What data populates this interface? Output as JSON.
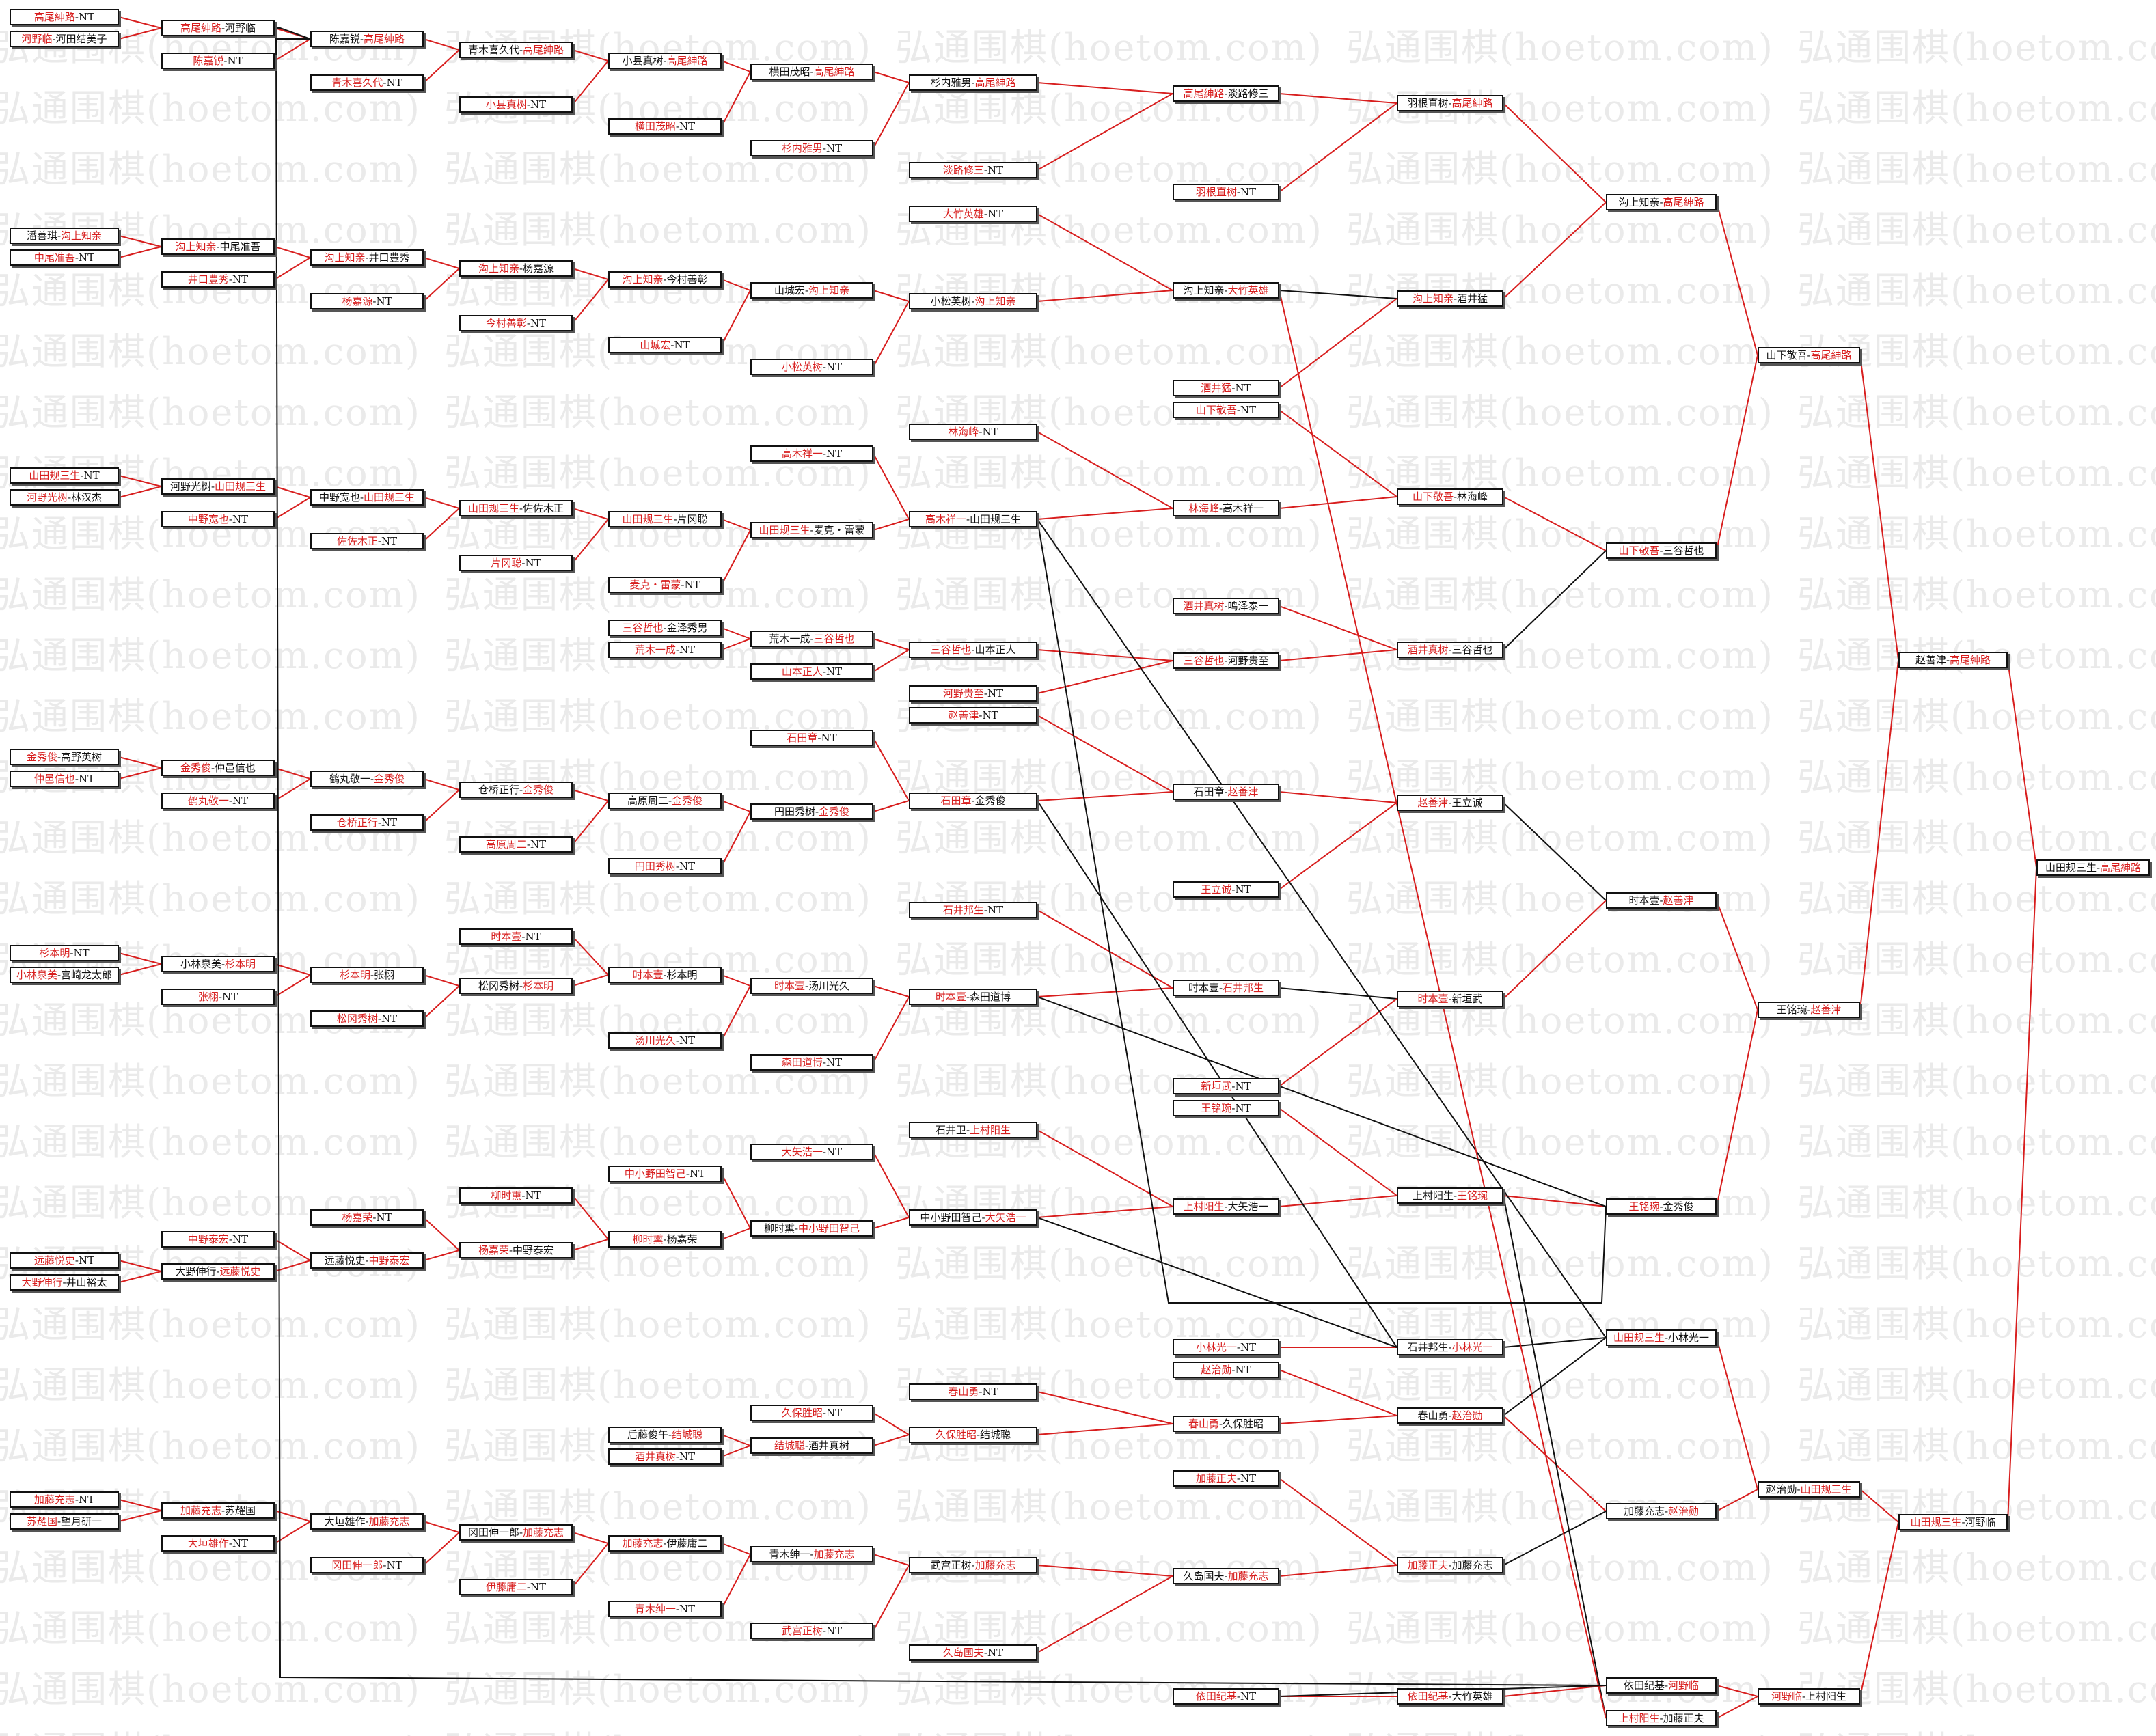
{
  "watermark": "弘通围棋(hoetom.com)",
  "colors": {
    "winner": "#d81e1e",
    "text": "#111111",
    "watermark": "#eaeaea"
  },
  "nodes": [
    {
      "id": "c0_1",
      "a": "高尾紳路",
      "b": "NT",
      "w": "a"
    },
    {
      "id": "c0_2",
      "a": "河野临",
      "b": "河田结美子",
      "w": "a"
    },
    {
      "id": "c0_3",
      "a": "潘善琪",
      "b": "沟上知亲",
      "w": "b"
    },
    {
      "id": "c0_4",
      "a": "中尾准吾",
      "b": "NT",
      "w": "a"
    },
    {
      "id": "c0_5",
      "a": "山田规三生",
      "b": "NT",
      "w": "a"
    },
    {
      "id": "c0_6",
      "a": "河野光树",
      "b": "林汉杰",
      "w": "a"
    },
    {
      "id": "c0_7",
      "a": "金秀俊",
      "b": "高野英树",
      "w": "a"
    },
    {
      "id": "c0_8",
      "a": "仲邑信也",
      "b": "NT",
      "w": "a"
    },
    {
      "id": "c0_9",
      "a": "杉本明",
      "b": "NT",
      "w": "a"
    },
    {
      "id": "c0_10",
      "a": "小林泉美",
      "b": "宫崎龙太郎",
      "w": "a"
    },
    {
      "id": "c0_11",
      "a": "远藤悦史",
      "b": "NT",
      "w": "a"
    },
    {
      "id": "c0_12",
      "a": "大野伸行",
      "b": "井山裕太",
      "w": "a"
    },
    {
      "id": "c0_13",
      "a": "加藤充志",
      "b": "NT",
      "w": "a"
    },
    {
      "id": "c0_14",
      "a": "苏耀国",
      "b": "望月研一",
      "w": "a"
    },
    {
      "id": "c1_1",
      "a": "高尾紳路",
      "b": "河野临",
      "w": "a"
    },
    {
      "id": "c1_2",
      "a": "陈嘉锐",
      "b": "NT",
      "w": "a"
    },
    {
      "id": "c1_3",
      "a": "沟上知亲",
      "b": "中尾准吾",
      "w": "a"
    },
    {
      "id": "c1_4",
      "a": "井口豊秀",
      "b": "NT",
      "w": "a"
    },
    {
      "id": "c1_5",
      "a": "河野光树",
      "b": "山田规三生",
      "w": "b"
    },
    {
      "id": "c1_6",
      "a": "中野宽也",
      "b": "NT",
      "w": "a"
    },
    {
      "id": "c1_7",
      "a": "金秀俊",
      "b": "仲邑信也",
      "w": "a"
    },
    {
      "id": "c1_8",
      "a": "鹤丸敬一",
      "b": "NT",
      "w": "a"
    },
    {
      "id": "c1_9",
      "a": "小林泉美",
      "b": "杉本明",
      "w": "b"
    },
    {
      "id": "c1_10",
      "a": "张栩",
      "b": "NT",
      "w": "a"
    },
    {
      "id": "c1_11",
      "a": "中野泰宏",
      "b": "NT",
      "w": "a"
    },
    {
      "id": "c1_12",
      "a": "大野伸行",
      "b": "远藤悦史",
      "w": "b"
    },
    {
      "id": "c1_13",
      "a": "加藤充志",
      "b": "苏耀国",
      "w": "a"
    },
    {
      "id": "c1_14",
      "a": "大垣雄作",
      "b": "NT",
      "w": "a"
    },
    {
      "id": "c2_1",
      "a": "陈嘉锐",
      "b": "高尾紳路",
      "w": "b"
    },
    {
      "id": "c2_2",
      "a": "青木喜久代",
      "b": "NT",
      "w": "a"
    },
    {
      "id": "c2_3",
      "a": "沟上知亲",
      "b": "井口豊秀",
      "w": "a"
    },
    {
      "id": "c2_4",
      "a": "杨嘉源",
      "b": "NT",
      "w": "a"
    },
    {
      "id": "c2_5",
      "a": "中野宽也",
      "b": "山田规三生",
      "w": "b"
    },
    {
      "id": "c2_6",
      "a": "佐佐木正",
      "b": "NT",
      "w": "a"
    },
    {
      "id": "c2_7",
      "a": "鹤丸敬一",
      "b": "金秀俊",
      "w": "b"
    },
    {
      "id": "c2_8",
      "a": "仓桥正行",
      "b": "NT",
      "w": "a"
    },
    {
      "id": "c2_9",
      "a": "杉本明",
      "b": "张栩",
      "w": "a"
    },
    {
      "id": "c2_10",
      "a": "松冈秀树",
      "b": "NT",
      "w": "a"
    },
    {
      "id": "c2_11",
      "a": "杨嘉荣",
      "b": "NT",
      "w": "a"
    },
    {
      "id": "c2_12",
      "a": "远藤悦史",
      "b": "中野泰宏",
      "w": "b"
    },
    {
      "id": "c2_13",
      "a": "大垣雄作",
      "b": "加藤充志",
      "w": "b"
    },
    {
      "id": "c2_14",
      "a": "冈田伸一郎",
      "b": "NT",
      "w": "a"
    },
    {
      "id": "c3_1",
      "a": "青木喜久代",
      "b": "高尾紳路",
      "w": "b"
    },
    {
      "id": "c3_2",
      "a": "小县真树",
      "b": "NT",
      "w": "a"
    },
    {
      "id": "c3_3",
      "a": "沟上知亲",
      "b": "杨嘉源",
      "w": "a"
    },
    {
      "id": "c3_4",
      "a": "今村善彰",
      "b": "NT",
      "w": "a"
    },
    {
      "id": "c3_5",
      "a": "山田规三生",
      "b": "佐佐木正",
      "w": "a"
    },
    {
      "id": "c3_6",
      "a": "片冈聪",
      "b": "NT",
      "w": "a"
    },
    {
      "id": "c3_7",
      "a": "仓桥正行",
      "b": "金秀俊",
      "w": "b"
    },
    {
      "id": "c3_8",
      "a": "高原周二",
      "b": "NT",
      "w": "a"
    },
    {
      "id": "c3_9",
      "a": "时本壹",
      "b": "NT",
      "w": "a"
    },
    {
      "id": "c3_10",
      "a": "松冈秀树",
      "b": "杉本明",
      "w": "b"
    },
    {
      "id": "c3_11",
      "a": "柳时熏",
      "b": "NT",
      "w": "a"
    },
    {
      "id": "c3_12",
      "a": "杨嘉荣",
      "b": "中野泰宏",
      "w": "a"
    },
    {
      "id": "c3_13",
      "a": "冈田伸一郎",
      "b": "加藤充志",
      "w": "b"
    },
    {
      "id": "c3_14",
      "a": "伊藤庸二",
      "b": "NT",
      "w": "a"
    },
    {
      "id": "c4_1",
      "a": "小县真树",
      "b": "高尾紳路",
      "w": "b"
    },
    {
      "id": "c4_2",
      "a": "横田茂昭",
      "b": "NT",
      "w": "a"
    },
    {
      "id": "c4_3",
      "a": "沟上知亲",
      "b": "今村善彰",
      "w": "a"
    },
    {
      "id": "c4_4",
      "a": "山城宏",
      "b": "NT",
      "w": "a"
    },
    {
      "id": "c4_5",
      "a": "山田规三生",
      "b": "片冈聪",
      "w": "a"
    },
    {
      "id": "c4_6",
      "a": "麦克・雷蒙",
      "b": "NT",
      "w": "a"
    },
    {
      "id": "c4_7",
      "a": "三谷哲也",
      "b": "金泽秀男",
      "w": "a"
    },
    {
      "id": "c4_8",
      "a": "荒木一成",
      "b": "NT",
      "w": "a"
    },
    {
      "id": "c4_9",
      "a": "高原周二",
      "b": "金秀俊",
      "w": "b"
    },
    {
      "id": "c4_10",
      "a": "円田秀树",
      "b": "NT",
      "w": "a"
    },
    {
      "id": "c4_11",
      "a": "时本壹",
      "b": "杉本明",
      "w": "a"
    },
    {
      "id": "c4_12",
      "a": "汤川光久",
      "b": "NT",
      "w": "a"
    },
    {
      "id": "c4_13",
      "a": "中小野田智己",
      "b": "NT",
      "w": "a"
    },
    {
      "id": "c4_14",
      "a": "柳时熏",
      "b": "杨嘉荣",
      "w": "a"
    },
    {
      "id": "c4_15",
      "a": "后藤俊午",
      "b": "结城聪",
      "w": "b"
    },
    {
      "id": "c4_16",
      "a": "酒井真树",
      "b": "NT",
      "w": "a"
    },
    {
      "id": "c4_17",
      "a": "加藤充志",
      "b": "伊藤庸二",
      "w": "a"
    },
    {
      "id": "c4_18",
      "a": "青木绅一",
      "b": "NT",
      "w": "a"
    },
    {
      "id": "c5_1",
      "a": "横田茂昭",
      "b": "高尾紳路",
      "w": "b"
    },
    {
      "id": "c5_2",
      "a": "杉内雅男",
      "b": "NT",
      "w": "a"
    },
    {
      "id": "c5_3",
      "a": "山城宏",
      "b": "沟上知亲",
      "w": "b"
    },
    {
      "id": "c5_4",
      "a": "小松英树",
      "b": "NT",
      "w": "a"
    },
    {
      "id": "c5_5",
      "a": "高木祥一",
      "b": "NT",
      "w": "a"
    },
    {
      "id": "c5_6",
      "a": "山田规三生",
      "b": "麦克・雷蒙",
      "w": "a"
    },
    {
      "id": "c5_7",
      "a": "荒木一成",
      "b": "三谷哲也",
      "w": "b"
    },
    {
      "id": "c5_8",
      "a": "山本正人",
      "b": "NT",
      "w": "a"
    },
    {
      "id": "c5_9",
      "a": "石田章",
      "b": "NT",
      "w": "a"
    },
    {
      "id": "c5_10",
      "a": "円田秀树",
      "b": "金秀俊",
      "w": "b"
    },
    {
      "id": "c5_11",
      "a": "时本壹",
      "b": "汤川光久",
      "w": "a"
    },
    {
      "id": "c5_12",
      "a": "森田道博",
      "b": "NT",
      "w": "a"
    },
    {
      "id": "c5_13",
      "a": "大矢浩一",
      "b": "NT",
      "w": "a"
    },
    {
      "id": "c5_14",
      "a": "柳时熏",
      "b": "中小野田智己",
      "w": "b"
    },
    {
      "id": "c5_15",
      "a": "久保胜昭",
      "b": "NT",
      "w": "a"
    },
    {
      "id": "c5_16",
      "a": "结城聪",
      "b": "酒井真树",
      "w": "a"
    },
    {
      "id": "c5_17",
      "a": "青木绅一",
      "b": "加藤充志",
      "w": "b"
    },
    {
      "id": "c5_18",
      "a": "武宫正树",
      "b": "NT",
      "w": "a"
    },
    {
      "id": "c6_1",
      "a": "杉内雅男",
      "b": "高尾紳路",
      "w": "b"
    },
    {
      "id": "c6_2",
      "a": "淡路修三",
      "b": "NT",
      "w": "a"
    },
    {
      "id": "c6_3",
      "a": "大竹英雄",
      "b": "NT",
      "w": "a"
    },
    {
      "id": "c6_4",
      "a": "小松英树",
      "b": "沟上知亲",
      "w": "b"
    },
    {
      "id": "c6_5",
      "a": "林海峰",
      "b": "NT",
      "w": "a"
    },
    {
      "id": "c6_6",
      "a": "高木祥一",
      "b": "山田规三生",
      "w": "a"
    },
    {
      "id": "c6_7",
      "a": "三谷哲也",
      "b": "山本正人",
      "w": "a"
    },
    {
      "id": "c6_8",
      "a": "河野贵至",
      "b": "NT",
      "w": "a"
    },
    {
      "id": "c6_9",
      "a": "赵善津",
      "b": "NT",
      "w": "a"
    },
    {
      "id": "c6_10",
      "a": "石田章",
      "b": "金秀俊",
      "w": "a"
    },
    {
      "id": "c6_11",
      "a": "石井邦生",
      "b": "NT",
      "w": "a"
    },
    {
      "id": "c6_12",
      "a": "时本壹",
      "b": "森田道博",
      "w": "a"
    },
    {
      "id": "c6_13",
      "a": "石井卫",
      "b": "上村阳生",
      "w": "b"
    },
    {
      "id": "c6_14",
      "a": "中小野田智己",
      "b": "大矢浩一",
      "w": "b"
    },
    {
      "id": "c6_15",
      "a": "春山勇",
      "b": "NT",
      "w": "a"
    },
    {
      "id": "c6_16",
      "a": "久保胜昭",
      "b": "结城聪",
      "w": "a"
    },
    {
      "id": "c6_17",
      "a": "武宫正树",
      "b": "加藤充志",
      "w": "b"
    },
    {
      "id": "c6_18",
      "a": "久岛国夫",
      "b": "NT",
      "w": "a"
    },
    {
      "id": "c7_1",
      "a": "高尾紳路",
      "b": "淡路修三",
      "w": "a"
    },
    {
      "id": "c7_2",
      "a": "羽根直树",
      "b": "NT",
      "w": "a"
    },
    {
      "id": "c7_3",
      "a": "沟上知亲",
      "b": "大竹英雄",
      "w": "b"
    },
    {
      "id": "c7_4",
      "a": "酒井猛",
      "b": "NT",
      "w": "a"
    },
    {
      "id": "c7_5",
      "a": "山下敬吾",
      "b": "NT",
      "w": "a"
    },
    {
      "id": "c7_6",
      "a": "林海峰",
      "b": "高木祥一",
      "w": "a"
    },
    {
      "id": "c7_7",
      "a": "酒井真树",
      "b": "鸣泽泰一",
      "w": "a"
    },
    {
      "id": "c7_8",
      "a": "三谷哲也",
      "b": "河野贵至",
      "w": "a"
    },
    {
      "id": "c7_9",
      "a": "石田章",
      "b": "赵善津",
      "w": "b"
    },
    {
      "id": "c7_10",
      "a": "王立诚",
      "b": "NT",
      "w": "a"
    },
    {
      "id": "c7_11",
      "a": "时本壹",
      "b": "石井邦生",
      "w": "b"
    },
    {
      "id": "c7_12",
      "a": "新垣武",
      "b": "NT",
      "w": "a"
    },
    {
      "id": "c7_13",
      "a": "王铭琬",
      "b": "NT",
      "w": "a"
    },
    {
      "id": "c7_14",
      "a": "上村阳生",
      "b": "大矢浩一",
      "w": "a"
    },
    {
      "id": "c7_15",
      "a": "小林光一",
      "b": "NT",
      "w": "a"
    },
    {
      "id": "c7_16",
      "a": "赵治勋",
      "b": "NT",
      "w": "a"
    },
    {
      "id": "c7_17",
      "a": "春山勇",
      "b": "久保胜昭",
      "w": "a"
    },
    {
      "id": "c7_18",
      "a": "加藤正夫",
      "b": "NT",
      "w": "a"
    },
    {
      "id": "c7_19",
      "a": "久岛国夫",
      "b": "加藤充志",
      "w": "b"
    },
    {
      "id": "c7_20",
      "a": "依田纪基",
      "b": "NT",
      "w": "a"
    },
    {
      "id": "c8_1",
      "a": "羽根直树",
      "b": "高尾紳路",
      "w": "b"
    },
    {
      "id": "c8_2",
      "a": "沟上知亲",
      "b": "酒井猛",
      "w": "a"
    },
    {
      "id": "c8_3",
      "a": "山下敬吾",
      "b": "林海峰",
      "w": "a"
    },
    {
      "id": "c8_4",
      "a": "酒井真树",
      "b": "三谷哲也",
      "w": "a"
    },
    {
      "id": "c8_5",
      "a": "赵善津",
      "b": "王立诚",
      "w": "a"
    },
    {
      "id": "c8_6",
      "a": "时本壹",
      "b": "新垣武",
      "w": "a"
    },
    {
      "id": "c8_7",
      "a": "上村阳生",
      "b": "王铭琬",
      "w": "b"
    },
    {
      "id": "c8_8",
      "a": "石井邦生",
      "b": "小林光一",
      "w": "b"
    },
    {
      "id": "c8_9",
      "a": "春山勇",
      "b": "赵治勋",
      "w": "b"
    },
    {
      "id": "c8_10",
      "a": "加藤正夫",
      "b": "加藤充志",
      "w": "a"
    },
    {
      "id": "c8_11",
      "a": "依田纪基",
      "b": "大竹英雄",
      "w": "a"
    },
    {
      "id": "c9_1",
      "a": "沟上知亲",
      "b": "高尾紳路",
      "w": "b"
    },
    {
      "id": "c9_2",
      "a": "山下敬吾",
      "b": "三谷哲也",
      "w": "a"
    },
    {
      "id": "c9_3",
      "a": "时本壹",
      "b": "赵善津",
      "w": "b"
    },
    {
      "id": "c9_4",
      "a": "王铭琬",
      "b": "金秀俊",
      "w": "a"
    },
    {
      "id": "c9_5",
      "a": "山田规三生",
      "b": "小林光一",
      "w": "a"
    },
    {
      "id": "c9_6",
      "a": "加藤充志",
      "b": "赵治勋",
      "w": "b"
    },
    {
      "id": "c9_7",
      "a": "依田纪基",
      "b": "河野临",
      "w": "b"
    },
    {
      "id": "c9_8",
      "a": "上村阳生",
      "b": "加藤正夫",
      "w": "a"
    },
    {
      "id": "c10_1",
      "a": "山下敬吾",
      "b": "高尾紳路",
      "w": "b"
    },
    {
      "id": "c10_2",
      "a": "王铭琬",
      "b": "赵善津",
      "w": "b"
    },
    {
      "id": "c10_3",
      "a": "赵治勋",
      "b": "山田规三生",
      "w": "b"
    },
    {
      "id": "c10_4",
      "a": "河野临",
      "b": "上村阳生",
      "w": "a"
    },
    {
      "id": "c11_1",
      "a": "赵善津",
      "b": "高尾紳路",
      "w": "b"
    },
    {
      "id": "c11_2",
      "a": "山田规三生",
      "b": "河野临",
      "w": "a"
    },
    {
      "id": "c12_1",
      "a": "山田规三生",
      "b": "高尾紳路",
      "w": "b"
    }
  ]
}
